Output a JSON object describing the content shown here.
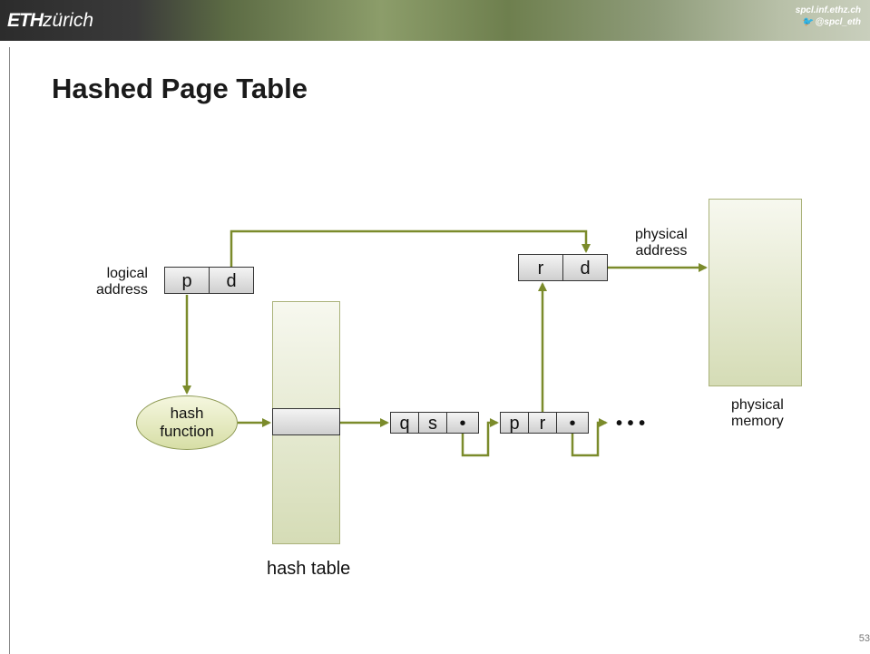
{
  "header": {
    "brand_bold": "ETH",
    "brand_light": "zürich",
    "site": "spcl.inf.ethz.ch",
    "twitter": "@spcl_eth"
  },
  "slide": {
    "title": "Hashed Page Table",
    "page_number": "53"
  },
  "diagram": {
    "logical_address_label": "logical\naddress",
    "logical_p": "p",
    "logical_d": "d",
    "hash_function_line1": "hash",
    "hash_function_line2": "function",
    "hash_table_label": "hash table",
    "chain1": [
      "q",
      "s",
      "•"
    ],
    "chain2": [
      "p",
      "r",
      "•"
    ],
    "ellipsis": "• • •",
    "physical_r": "r",
    "physical_d": "d",
    "physical_address_label": "physical\naddress",
    "physical_memory_label": "physical\nmemory"
  },
  "colors": {
    "arrow": "#7b8b2b",
    "accent_fill": "#d5dcb6"
  }
}
